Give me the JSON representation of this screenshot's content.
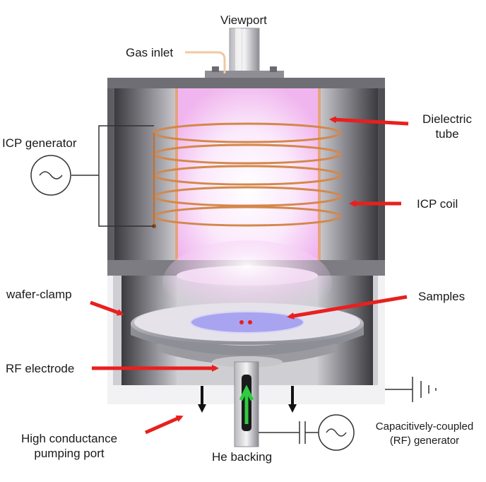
{
  "labels": {
    "viewport": "Viewport",
    "gas_inlet": "Gas inlet",
    "icp_generator": "ICP generator",
    "dielectric_tube_line1": "Dielectric",
    "dielectric_tube_line2": "tube",
    "icp_coil": "ICP coil",
    "wafer_clamp": "wafer-clamp",
    "samples": "Samples",
    "rf_electrode": "RF electrode",
    "pumping_port_line1": "High conductance",
    "pumping_port_line2": "pumping port",
    "he_backing": "He backing",
    "cc_generator_line1": "Capacitively-coupled",
    "cc_generator_line2": "(RF) generator"
  },
  "colors": {
    "arrow": "#e8201e",
    "coil": "#d4874a",
    "plasma": "#f4c6f2",
    "steel": "#8e8e92",
    "helium_arrow": "#2ecc40",
    "sample_spot": "#e8201e",
    "wafer": "#a8a4f0"
  }
}
